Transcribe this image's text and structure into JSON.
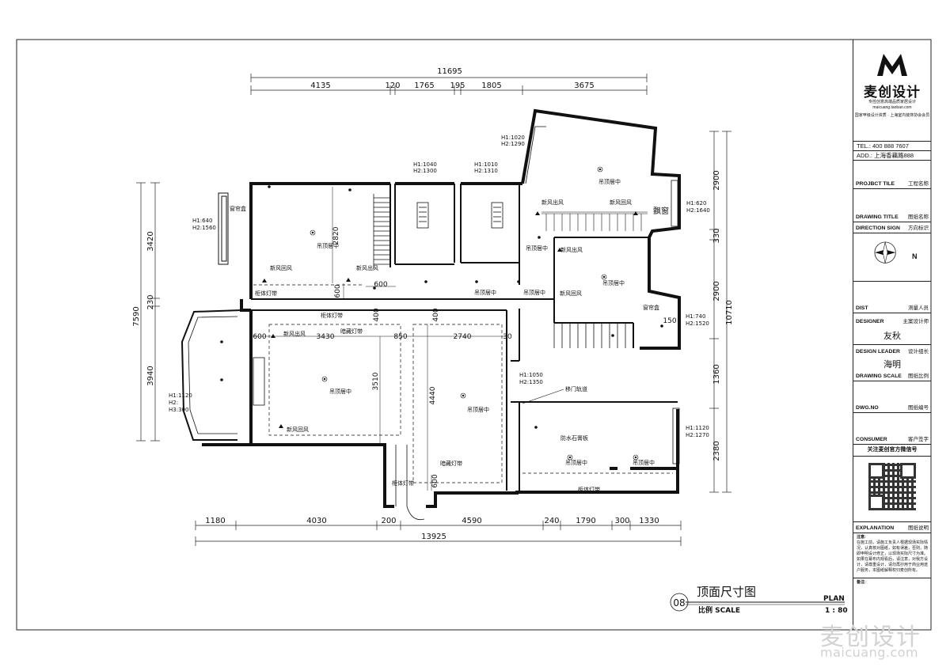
{
  "dims": {
    "top_total": "11695",
    "top": [
      "4135",
      "120",
      "1765",
      "195",
      "1805",
      "3675"
    ],
    "bottom_total": "13925",
    "bottom": [
      "1180",
      "4030",
      "200",
      "4590",
      "240",
      "1790",
      "300",
      "1330"
    ],
    "left_total": "7590",
    "left": [
      "3420",
      "230",
      "3940"
    ],
    "right_total": "10710",
    "right": [
      "2900",
      "330",
      "2900",
      "1360",
      "2380"
    ]
  },
  "heights": {
    "h_a": "H1:640",
    "h_a2": "H2:1560",
    "h_b": "H1:1040",
    "h_b2": "H2:1300",
    "h_c": "H1:1010",
    "h_c2": "H2:1310",
    "h_d": "H1:1020",
    "h_d2": "H2:1290",
    "h_e": "H1:620",
    "h_e2": "H2:1640",
    "h_f": "H1:740",
    "h_f2": "H2:1520",
    "h_g": "H1:1050",
    "h_g2": "H2:1350",
    "h_h": "H1:1120",
    "h_h2": "H2:1270",
    "h_i": "H1:1120",
    "h_i2": "H2:",
    "h_i3": "H3:300"
  },
  "room_labels": {
    "center": "吊顶居中",
    "fresh_in": "新风出风",
    "fresh_return": "新风回风",
    "curtain_box": "窗帘盒",
    "bay_window": "飘窗",
    "cabinet_light": "柜体灯带",
    "hidden_light": "暗藏灯带",
    "sliding_track": "移门轨道",
    "moisture_board": "防水石膏板"
  },
  "inner_dims": {
    "d2820": "2820",
    "d600a": "600",
    "d600b": "600",
    "d400a": "400",
    "d400b": "400",
    "d600c": "600",
    "d3430": "3430",
    "d850": "850",
    "d2740": "2740",
    "d30": "30",
    "d3510": "3510",
    "d4440": "4440",
    "d150": "150",
    "d600d": "600"
  },
  "title_block": {
    "brand": "麦创设计",
    "brand_sub1": "专控创意高端品质家居设计",
    "brand_sub2": "maicuang.taobao.com",
    "brand_sub3": "国家甲级设计资质 · 上海室内装饰协会会员",
    "tel": "TEL.: 400 888 7607",
    "add": "ADD.: 上海香藕路888",
    "project_en": "PROJBCT TILE",
    "project_cn": "工程名称",
    "drawing_title_en": "DRAWING TITLE",
    "drawing_title_cn": "图纸名称",
    "direction_en": "DIRECTION SIGN",
    "direction_cn": "方向标识",
    "north": "N",
    "dist_en": "DIST",
    "dist_cn": "测量人员",
    "designer_en": "DESIGNER",
    "designer_cn": "主案设计师",
    "designer_name": "友秋",
    "leader_en": "DESIGN LEADER",
    "leader_cn": "设计组长",
    "leader_name": "海明",
    "scale_en": "DRAWING SCALE",
    "scale_cn": "图纸比例",
    "dwg_en": "DWG.NO",
    "dwg_cn": "图纸编号",
    "consumer_en": "CONSUMER",
    "consumer_cn": "客户签字",
    "wechat": "关注麦创官方微信号",
    "explanation_en": "EXPLANATION",
    "explanation_cn": "图纸说明",
    "notes_title": "注意:",
    "notes_body": "在施工前，请施工负责人根据现场实际情况，认真核对图纸，如有误差，否则，随即申明设计修正，以现场实际尺寸为准。如果在幕布内观看后，请注意，对我方设计，请尊重设计，请勿再抄用于商业用途户服务，本图纸解释权归麦创所有。",
    "remarks": "备注:"
  },
  "sheet_title": {
    "number": "08",
    "title": "顶面尺寸图",
    "scale_label": "比例 SCALE",
    "plan": "PLAN",
    "scale_value": "1 : 80"
  },
  "watermark": {
    "cn": "麦创设计",
    "en": "maicuang.com"
  }
}
